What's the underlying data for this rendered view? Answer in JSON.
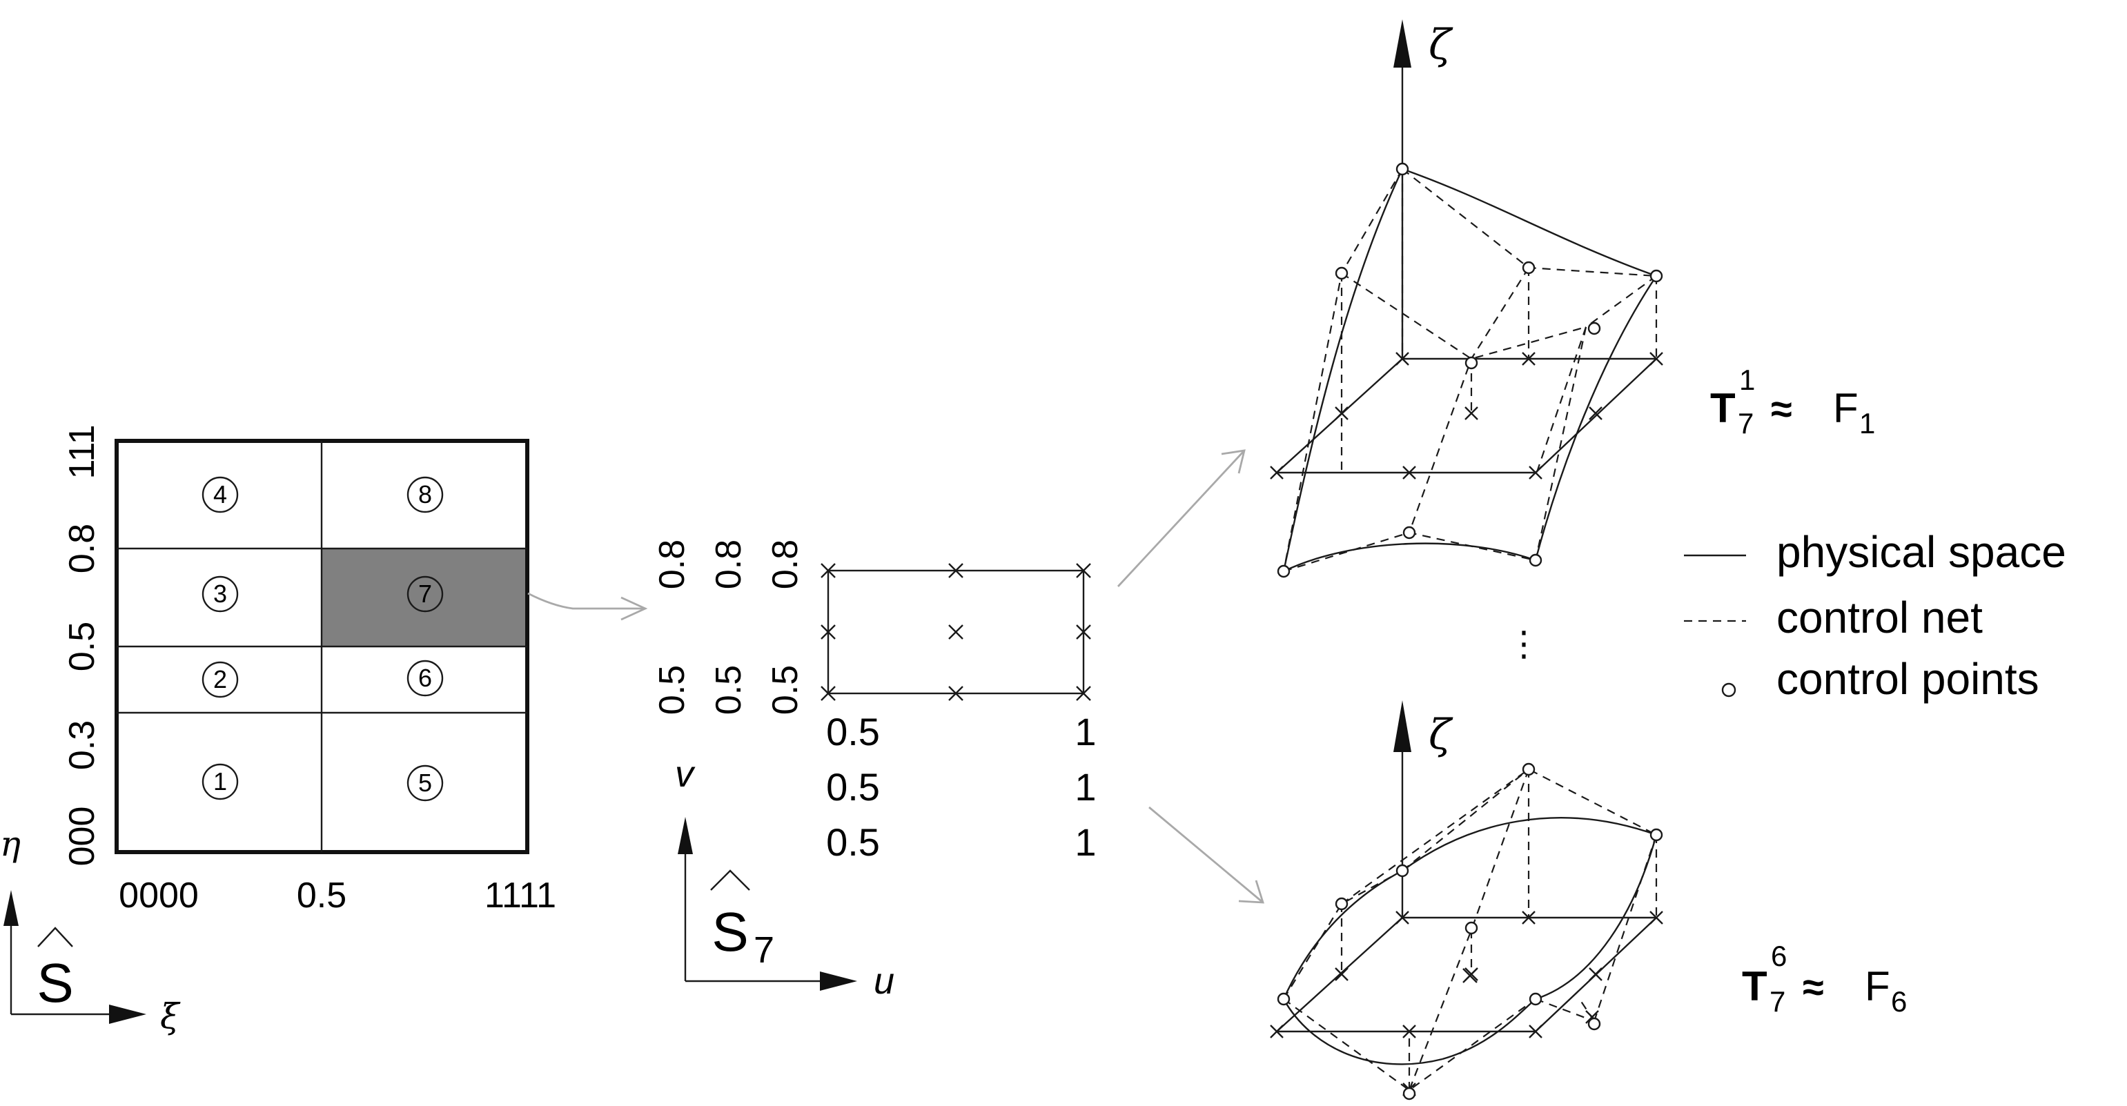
{
  "parameter_domain": {
    "symbol": "S",
    "axis_h": "ξ",
    "axis_v": "η",
    "x_ticks": [
      "0000",
      "0.5",
      "1111"
    ],
    "y_ticks": [
      "000",
      "0.3",
      "0.5",
      "0.8",
      "111"
    ],
    "cells": [
      "1",
      "2",
      "3",
      "4",
      "5",
      "6",
      "7",
      "8"
    ],
    "highlighted_cell": "7",
    "highlight_color": "#808080"
  },
  "sub_patch": {
    "symbol": "S",
    "subscript": "7",
    "axis_h": "u",
    "axis_v": "v",
    "u_ticks": [
      {
        "left": "0.5",
        "right": "1"
      },
      {
        "left": "0.5",
        "right": "1"
      },
      {
        "left": "0.5",
        "right": "1"
      }
    ],
    "v_ticks": [
      {
        "bottom": "0.5",
        "top": "0.8"
      },
      {
        "bottom": "0.5",
        "top": "0.8"
      },
      {
        "bottom": "0.5",
        "top": "0.8"
      }
    ]
  },
  "surfaces": {
    "axis_label": "ζ",
    "ellipsis": "⋮",
    "top": {
      "T": "T",
      "sup": "1",
      "sub": "7",
      "approx": "≈",
      "F": "F",
      "F_sub": "1"
    },
    "bottom": {
      "T": "T",
      "sup": "6",
      "sub": "7",
      "approx": "≈",
      "F": "F",
      "F_sub": "6"
    }
  },
  "legend": [
    {
      "label": "physical space",
      "style": "solid"
    },
    {
      "label": "control net",
      "style": "dashed"
    },
    {
      "label": "control points",
      "style": "circle"
    }
  ],
  "colors": {
    "line": "#1a1a1a",
    "connector": "#a9a9a9",
    "highlight": "#808080"
  }
}
